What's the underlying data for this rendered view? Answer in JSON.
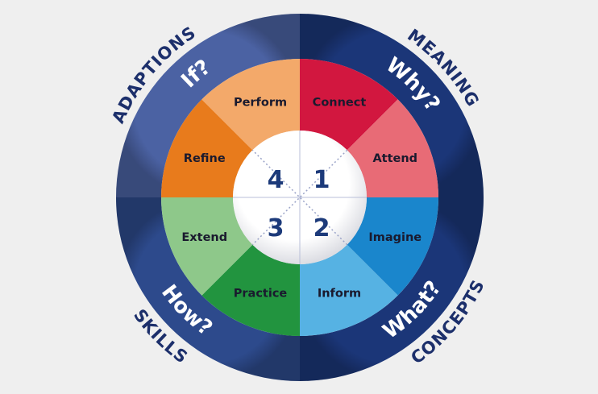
{
  "quadrants": [
    {
      "number": "1",
      "question": "Why?",
      "outer_label": "MEANING",
      "segments": [
        "Connect",
        "Attend"
      ],
      "segment_colors": [
        "#d2173f",
        "#e86b76"
      ],
      "ring_color": "#1b3678"
    },
    {
      "number": "2",
      "question": "What?",
      "outer_label": "CONCEPTS",
      "segments": [
        "Imagine",
        "Inform"
      ],
      "segment_colors": [
        "#1a86cc",
        "#56b2e3"
      ],
      "ring_color": "#1b3678"
    },
    {
      "number": "3",
      "question": "How?",
      "outer_label": "SKILLS",
      "segments": [
        "Practice",
        "Extend"
      ],
      "segment_colors": [
        "#22943f",
        "#8ec88a"
      ],
      "ring_color": "#2d4a8c"
    },
    {
      "number": "4",
      "question": "If?",
      "outer_label": "ADAPTIONS",
      "segments": [
        "Refine",
        "Perform"
      ],
      "segment_colors": [
        "#e87b1c",
        "#f3a96a"
      ],
      "ring_color": "#4b62a3"
    }
  ],
  "colors": {
    "text_dark": "#1c2f6b",
    "center": "#ffffff",
    "background": "#efefef"
  }
}
